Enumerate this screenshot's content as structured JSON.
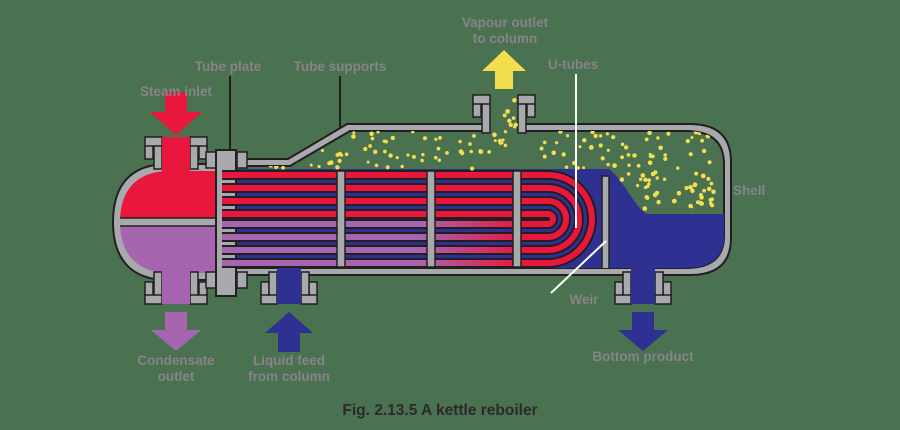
{
  "caption": "Fig. 2.13.5 A kettle reboiler",
  "labels": {
    "steam_inlet": "Steam inlet",
    "tube_plate": "Tube plate",
    "tube_supports": "Tube supports",
    "vapour_outlet": [
      "Vapour outlet",
      "to column"
    ],
    "u_tubes": "U-tubes",
    "shell": "Shell",
    "weir": "Weir",
    "condensate_outlet": [
      "Condensate",
      "outlet"
    ],
    "liquid_feed": [
      "Liquid feed",
      "from column"
    ],
    "bottom_product": "Bottom product"
  },
  "colors": {
    "background": "#4a7150",
    "steam_red": "#e8173b",
    "condensate_purple": "#a765b0",
    "liquid_blue": "#2e3192",
    "vapour_yellow": "#f3de4f",
    "metal_gray": "#a7a9ac",
    "outline_black": "#231f20",
    "label_gray": "#86848a",
    "caption_dark": "#2b292c"
  }
}
